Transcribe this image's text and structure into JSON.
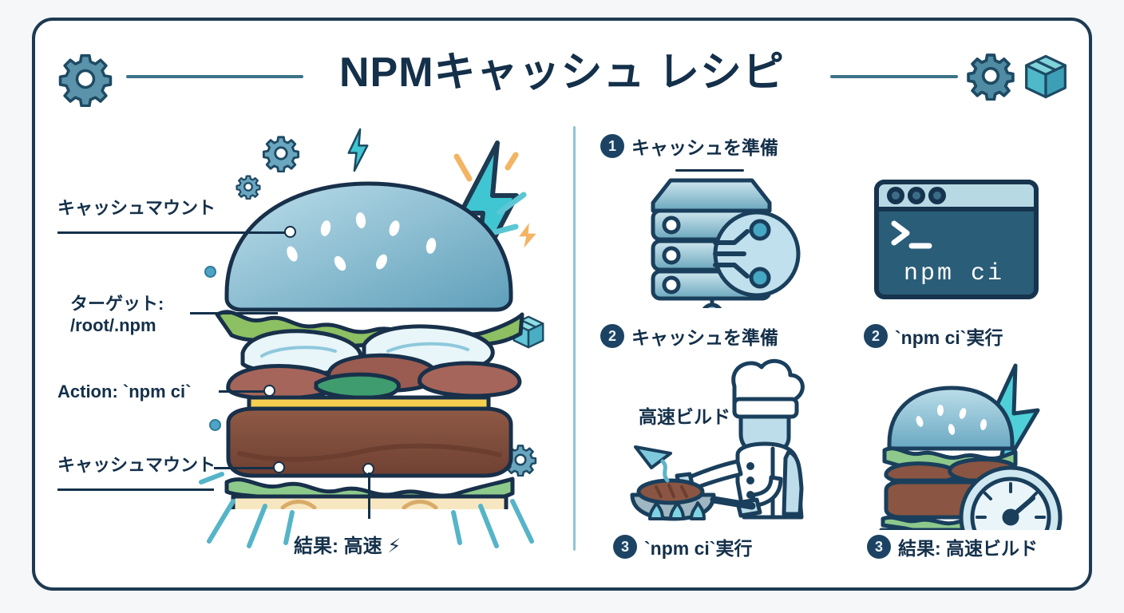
{
  "header": {
    "title": "NPMキャッシュ レシピ",
    "gear_left_icon": "gear-icon",
    "gear_right_icon": "gear-icon",
    "package_icon": "package-box-icon"
  },
  "diagram": {
    "labels": [
      {
        "id": "cache-mount-top",
        "text": "キャッシュマウント"
      },
      {
        "id": "target-path",
        "text": "ターゲット:\n/root/.npm"
      },
      {
        "id": "action",
        "text": "Action: `npm ci`"
      },
      {
        "id": "cache-mount-bottom",
        "text": "キャッシュマウント"
      }
    ],
    "result": "結果: 高速 ⚡",
    "burger_layers": [
      {
        "name": "top-bun",
        "color": "#a8cddd"
      },
      {
        "name": "lettuce",
        "color": "#8cc06a"
      },
      {
        "name": "onion",
        "color": "#dff0f5"
      },
      {
        "name": "bacon-strips",
        "color": "#a0635a"
      },
      {
        "name": "cheese",
        "color": "#f5c council"
      },
      {
        "name": "patty",
        "color": "#8a5542"
      },
      {
        "name": "lettuce-lower",
        "color": "#9ed0a0"
      },
      {
        "name": "bottom-bun",
        "color": "#a9d2e2"
      }
    ],
    "decor": {
      "gear_icon": "gear-icon",
      "bolt_icon": "lightning-bolt-icon",
      "package_icon": "package-box-icon",
      "spark_icon": "spark-icon"
    }
  },
  "steps": [
    {
      "num": "1",
      "label": "キャッシュを準備",
      "art": "server-cache-icon"
    },
    {
      "num": "2",
      "label": "`npm ci`実行",
      "art": "terminal-window-icon"
    },
    {
      "num": "2",
      "label": "キャッシュを準備",
      "art": "server-cache-icon"
    },
    {
      "num": "3",
      "label": "`npm ci`実行",
      "art": "chef-cooking-icon"
    },
    {
      "num": "3",
      "label": "結果: 高速ビルド",
      "art": "burger-speed-icon"
    }
  ],
  "chef_caption": "高速ビルド",
  "terminal": {
    "prompt": ">_",
    "command": "npm ci",
    "dots": 3,
    "bg_color": "#2a5d78",
    "titlebar_color": "#b7d9e4"
  },
  "colors": {
    "ink": "#14304a",
    "frame": "#1e3a52",
    "teal": "#4fa3c4",
    "accent_bolt": "#46c4cf",
    "accent_orange": "#f3b463",
    "badge": "#1c4363"
  }
}
